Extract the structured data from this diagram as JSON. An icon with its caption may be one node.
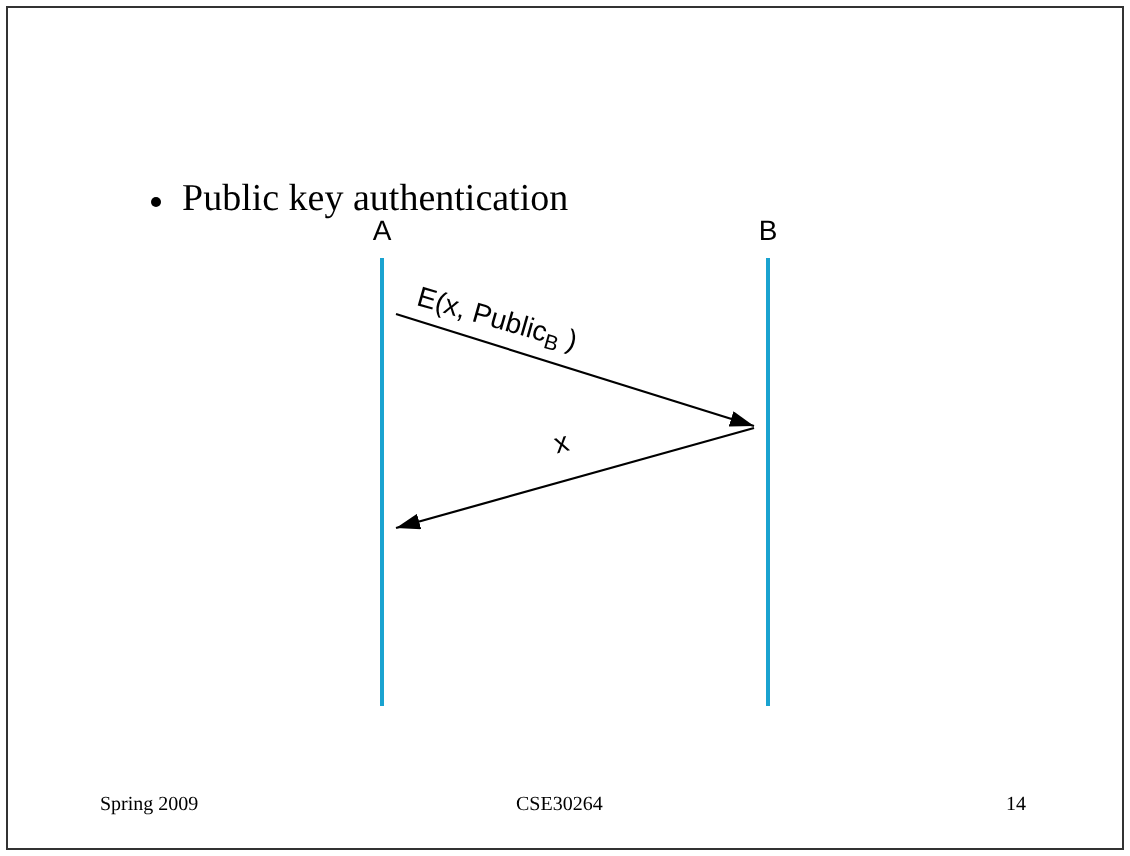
{
  "diagram": {
    "nodes": [
      {
        "text": [
          "A"
        ]
      },
      {
        "text": [
          "B"
        ]
      }
    ],
    "edges": [
      {
        "from": 0,
        "to": 1,
        "arrow": "to",
        "label": "E(x, Public$_{B}$ )"
      },
      {
        "from": 1,
        "to": 0,
        "arrow": "to",
        "label": "x"
      }
    ],
    "labels": [
      "Public key authentication",
      "Spring 2009",
      "CSE30264",
      "14"
    ]
  }
}
